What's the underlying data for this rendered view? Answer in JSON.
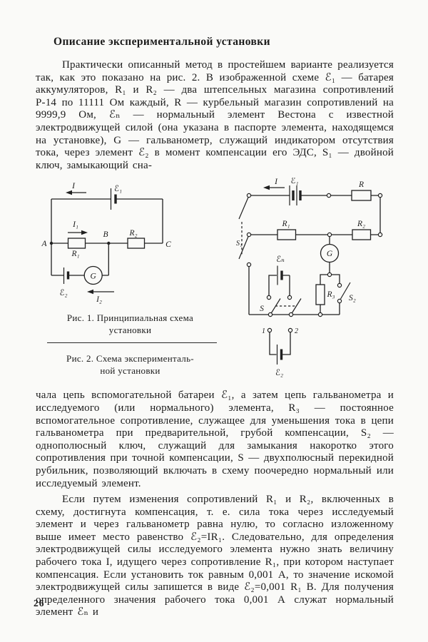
{
  "page": {
    "heading": "Описание экспериментальной установки",
    "paragraph_1": "Практически описанный метод в простейшем варианте реализуется так, как это показано на рис. 2. В изображенной схеме ℰ₁ — батарея аккумуляторов, R₁ и R₂ — два штепсельных магазина сопротивлений Р-14 по 11111 Ом каждый, R — курбельный магазин сопротивлений на 9999,9 Ом, ℰₙ — нормальный элемент Вестона с известной электродвижущей силой (она указана в паспорте элемента, находящемся на установке), G — гальванометр, служащий индикатором отсутствия тока, через элемент ℰ₂ в момент компенсации его ЭДС, S₁ — двойной ключ, замыкающий сна-",
    "paragraph_2": "чала цепь вспомогательной батареи ℰ₁, а затем цепь гальванометра и исследуемого (или нормального) элемента, R₃ — постоянное вспомогательное сопротивление, служащее для уменьшения тока в цепи гальванометра при предварительной, грубой компенсации, S₂ — однополюсный ключ, служащий для замыкания накоротко этого сопротивления при точной компенсации, S — двухполюсный перекидной рубильник, позволяющий включать в схему поочередно нормальный или исследуемый элемент.",
    "paragraph_3": "Если путем изменения сопротивлений R₁ и R₂, включенных в схему, достигнута компенсация, т. е. сила тока через исследуемый элемент и через гальванометр равна нулю, то согласно изложенному выше имеет место равенство ℰ₂=IR₁. Следовательно, для определения электродвижущей силы исследуемого элемента нужно знать величину рабочего тока I, идущего через сопротивление R₁, при котором наступает компенсация. Если установить ток равным 0,001 А, то значение искомой электродвижущей силы запишется в виде ℰ₂=0,001 R₁ В. Для получения определенного значения рабочего тока 0,001 А служат нормальный элемент ℰₙ и",
    "page_number": "26"
  },
  "figure_1": {
    "caption_line_1": "Рис. 1. Принципиальная схема",
    "caption_line_2": "установки",
    "labels": {
      "current_main": "I",
      "emf_battery": "ℰ₁",
      "current_1": "I₁",
      "node_a": "A",
      "node_b": "B",
      "node_c": "C",
      "resistor_1": "R₁",
      "resistor_2": "R₂",
      "emf_element": "ℰ₂",
      "galvanometer": "G",
      "current_2": "I₂"
    }
  },
  "figure_2": {
    "caption_line_1": "Рис. 2. Схема эксперименталь-",
    "caption_line_2": "ной установки",
    "labels": {
      "current_main": "I",
      "emf_battery": "ℰ₁",
      "resistor_crank": "R",
      "switch_s1": "S₁",
      "resistor_1": "R₁",
      "resistor_2": "R₂",
      "galvanometer": "G",
      "emf_normal": "ℰₙ",
      "switch_s": "S",
      "resistor_3": "R₃",
      "switch_s2": "S₂",
      "terminal_1": "1",
      "terminal_2": "2",
      "emf_element": "ℰ₂"
    }
  }
}
